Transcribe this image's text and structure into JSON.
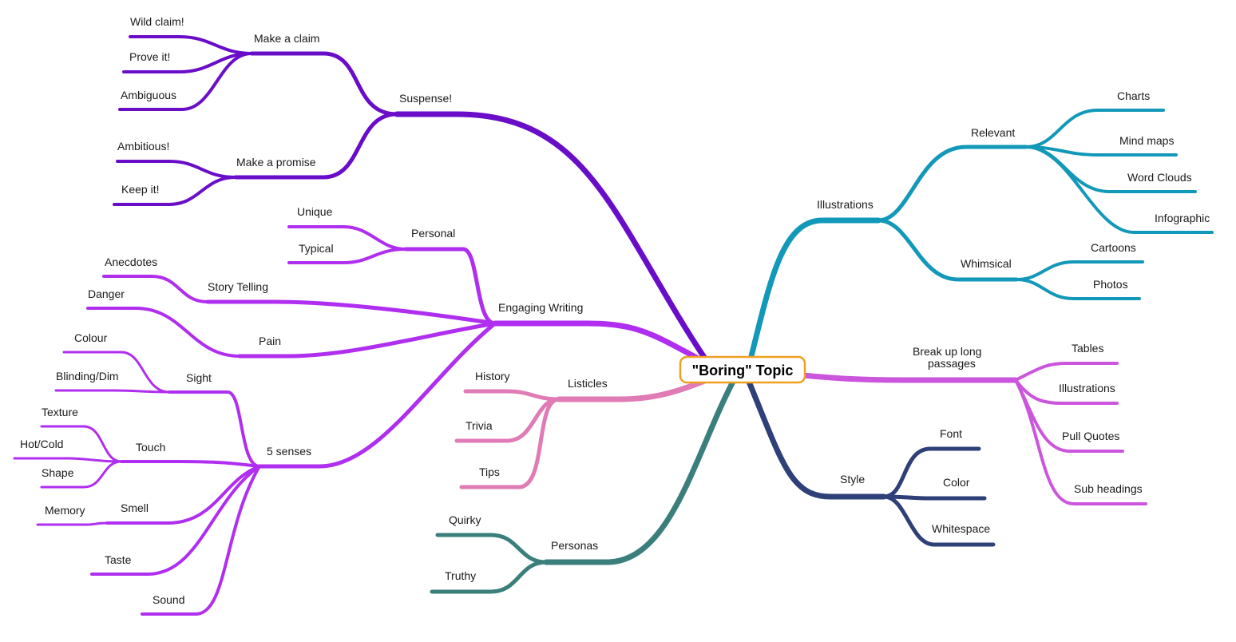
{
  "colors": {
    "suspense": "#6a0dc8",
    "engaging": "#b02eef",
    "listicles": "#e07bb5",
    "personas": "#3a7f7c",
    "illustrations": "#1298b8",
    "break_up": "#cc55dd",
    "style": "#2f3f78",
    "root_border": "#f0a020"
  },
  "root": {
    "label": "\"Boring\" Topic"
  },
  "nodes": {
    "suspense": "Suspense!",
    "make_claim": "Make a claim",
    "wild_claim": "Wild claim!",
    "prove_it": "Prove it!",
    "ambiguous": "Ambiguous",
    "make_promise": "Make a promise",
    "ambitious": "Ambitious!",
    "keep_it": "Keep it!",
    "engaging": "Engaging Writing",
    "personal": "Personal",
    "unique": "Unique",
    "typical": "Typical",
    "story_telling": "Story Telling",
    "anecdotes": "Anecdotes",
    "pain": "Pain",
    "danger": "Danger",
    "five_senses": "5 senses",
    "sight": "Sight",
    "colour": "Colour",
    "blinding": "Blinding/Dim",
    "touch": "Touch",
    "texture": "Texture",
    "hot_cold": "Hot/Cold",
    "shape": "Shape",
    "smell": "Smell",
    "memory": "Memory",
    "taste": "Taste",
    "sound": "Sound",
    "listicles": "Listicles",
    "history": "History",
    "trivia": "Trivia",
    "tips": "Tips",
    "personas": "Personas",
    "quirky": "Quirky",
    "truthy": "Truthy",
    "illustrations": "Illustrations",
    "relevant": "Relevant",
    "charts": "Charts",
    "mind_maps": "Mind maps",
    "word_clouds": "Word Clouds",
    "infographic": "Infographic",
    "whimsical": "Whimsical",
    "cartoons": "Cartoons",
    "photos": "Photos",
    "break_up_1": "Break up long",
    "break_up_2": "passages",
    "tables": "Tables",
    "illustrations2": "Illustrations",
    "pull_quotes": "Pull Quotes",
    "sub_headings": "Sub headings",
    "style": "Style",
    "font": "Font",
    "color": "Color",
    "whitespace": "Whitespace"
  }
}
